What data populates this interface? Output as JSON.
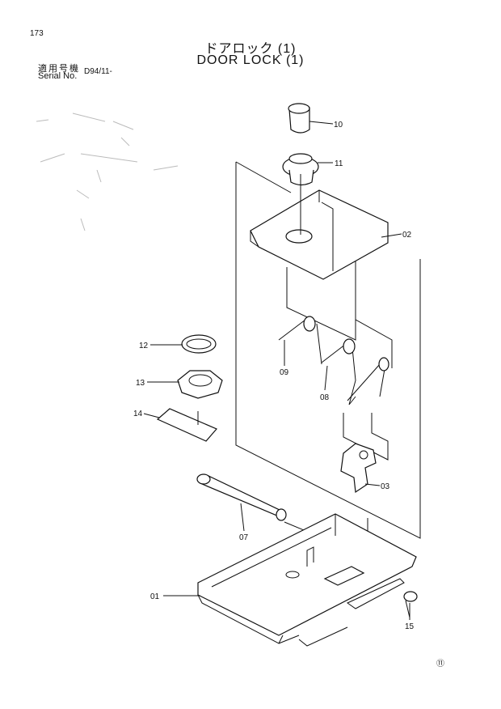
{
  "header": {
    "page_number": "173",
    "title_ja": "ドアロック (1)",
    "title_en": "DOOR LOCK (1)",
    "serial_label_ja": "適用号機",
    "serial_label_en": "Serial No.",
    "serial_value": "D94/11-"
  },
  "callouts": {
    "p10": "10",
    "p11": "11",
    "p02": "02",
    "p12": "12",
    "p09": "09",
    "p08": "08",
    "p13": "13",
    "p14": "14",
    "p03": "03",
    "p07": "07",
    "p01": "01",
    "p15": "15"
  },
  "footer": {
    "mark": "⑪"
  }
}
